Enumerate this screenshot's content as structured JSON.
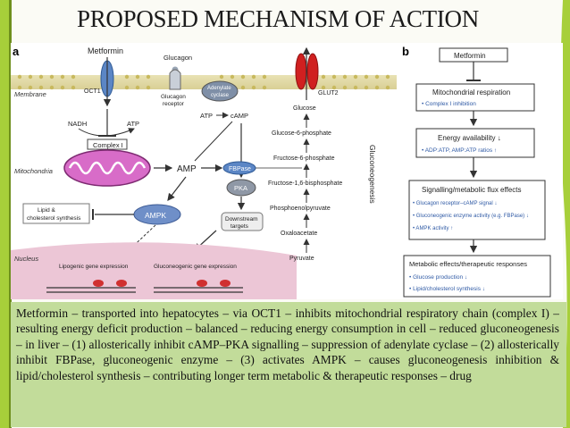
{
  "title": "PROPOSED MECHANISM OF ACTION",
  "panel_a": {
    "label": "a",
    "metformin": "Metformin",
    "glucagon": "Glucagon",
    "membrane": "Membrane",
    "oct1": "OCT1",
    "glucagon_receptor": [
      "Glucagon",
      "receptor"
    ],
    "adenylate_cyclase": [
      "Adenylate",
      "cyclase"
    ],
    "glut2": "GLUT2",
    "nadh": "NADH",
    "atp": "ATP",
    "atp2": "ATP",
    "camp": "cAMP",
    "complex_i": "Complex I",
    "mitochondria": "Mitochondria",
    "amp": "AMP",
    "pka": "PKA",
    "ampk": "AMPK",
    "lipid": [
      "Lipid &",
      "cholesterol synthesis"
    ],
    "downstream": [
      "Downstream",
      "targets"
    ],
    "nucleus": "Nucleus",
    "lipogenic": "Lipogenic gene expression",
    "gluconeogenic": "Gluconeogenic gene expression",
    "gluconeogenesis": "Gluconeogenesis",
    "pathway": [
      "Glucose",
      "Glucose-6-phosphate",
      "Fructose-6-phosphate",
      "Fructose-1,6-bisphosphate",
      "Phosphoenolpyruvate",
      "Oxaloacetate",
      "Pyruvate"
    ],
    "fbpase": "FBPase"
  },
  "panel_b": {
    "label": "b",
    "metformin": "Metformin",
    "box1": {
      "title": "Mitochondrial respiration",
      "items": [
        "• Complex I inhibition"
      ]
    },
    "box2": {
      "title": "Energy availability ↓",
      "items": [
        "• ADP:ATP, AMP:ATP ratios ↑"
      ]
    },
    "box3": {
      "title": "Signalling/metabolic flux effects",
      "items": [
        "• Glucagon receptor–cAMP signal ↓",
        "• Gluconeogenic enzyme activity (e.g. FBPase) ↓",
        "• AMPK activity ↑"
      ]
    },
    "box4": {
      "title": "Metabolic effects/therapeutic responses",
      "items": [
        "• Glucose production ↓",
        "• Lipid/cholesterol synthesis ↓"
      ]
    }
  },
  "caption": "Metformin – transported into hepatocytes – via OCT1 – inhibits mitochondrial respiratory chain (complex I) – resulting energy deficit production – balanced – reducing energy consumption in cell – reduced gluconeogenesis – in liver – (1) allosterically inhibit cAMP–PKA signalling – suppression of adenylate cyclase – (2) allosterically inhibit FBPase, gluconeogenic enzyme – (3) activates AMPK – causes gluconeogenesis inhibition & lipid/cholesterol synthesis – contributing longer term metabolic & therapeutic responses – drug",
  "colors": {
    "accent": "#a7cf3a",
    "caption_bg": "#c2dc9a",
    "oct1": "#5b86c5",
    "glut2": "#d02020",
    "ampk": "#6f8fc8",
    "adenylate": "#7f8fa7"
  }
}
